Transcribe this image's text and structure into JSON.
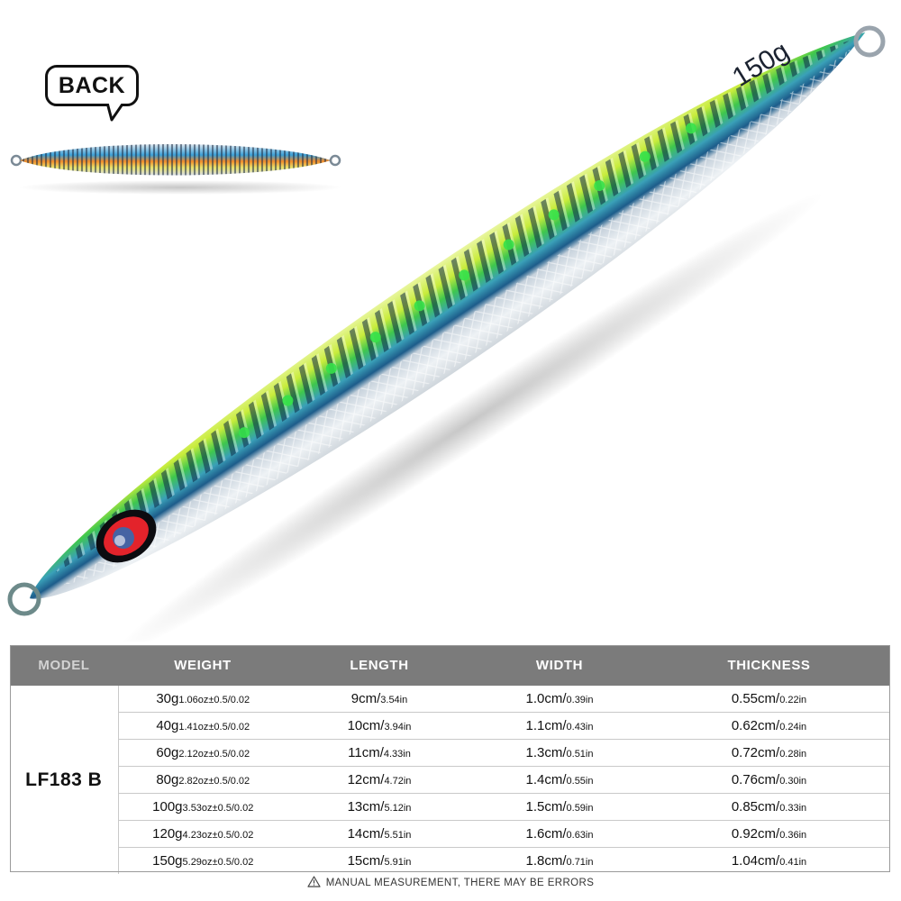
{
  "badge": {
    "label": "BACK"
  },
  "lure": {
    "weight_mark": "150g"
  },
  "table": {
    "headers": [
      "MODEL",
      "WEIGHT",
      "LENGTH",
      "WIDTH",
      "THICKNESS"
    ],
    "model": "LF183 B",
    "rows": [
      {
        "weight": "30g",
        "weight_detail": "1.06oz±0.5/0.02",
        "length": "9cm",
        "length_in": "3.54in",
        "width": "1.0cm",
        "width_in": "0.39in",
        "thickness": "0.55cm",
        "thickness_in": "0.22in"
      },
      {
        "weight": "40g",
        "weight_detail": "1.41oz±0.5/0.02",
        "length": "10cm",
        "length_in": "3.94in",
        "width": "1.1cm",
        "width_in": "0.43in",
        "thickness": "0.62cm",
        "thickness_in": "0.24in"
      },
      {
        "weight": "60g",
        "weight_detail": "2.12oz±0.5/0.02",
        "length": "11cm",
        "length_in": "4.33in",
        "width": "1.3cm",
        "width_in": "0.51in",
        "thickness": "0.72cm",
        "thickness_in": "0.28in"
      },
      {
        "weight": "80g",
        "weight_detail": "2.82oz±0.5/0.02",
        "length": "12cm",
        "length_in": "4.72in",
        "width": "1.4cm",
        "width_in": "0.55in",
        "thickness": "0.76cm",
        "thickness_in": "0.30in"
      },
      {
        "weight": "100g",
        "weight_detail": "3.53oz±0.5/0.02",
        "length": "13cm",
        "length_in": "5.12in",
        "width": "1.5cm",
        "width_in": "0.59in",
        "thickness": "0.85cm",
        "thickness_in": "0.33in"
      },
      {
        "weight": "120g",
        "weight_detail": "4.23oz±0.5/0.02",
        "length": "14cm",
        "length_in": "5.51in",
        "width": "1.6cm",
        "width_in": "0.63in",
        "thickness": "0.92cm",
        "thickness_in": "0.36in"
      },
      {
        "weight": "150g",
        "weight_detail": "5.29oz±0.5/0.02",
        "length": "15cm",
        "length_in": "5.91in",
        "width": "1.8cm",
        "width_in": "0.71in",
        "thickness": "1.04cm",
        "thickness_in": "0.41in"
      }
    ]
  },
  "footer": {
    "note": "MANUAL MEASUREMENT, THERE MAY BE ERRORS"
  },
  "colors": {
    "header_bg": "#7b7b7b",
    "lure_green": "#3fd64a",
    "lure_yellow": "#d7f04a",
    "lure_blue": "#2a6fb8",
    "eye_red": "#e3232b"
  }
}
